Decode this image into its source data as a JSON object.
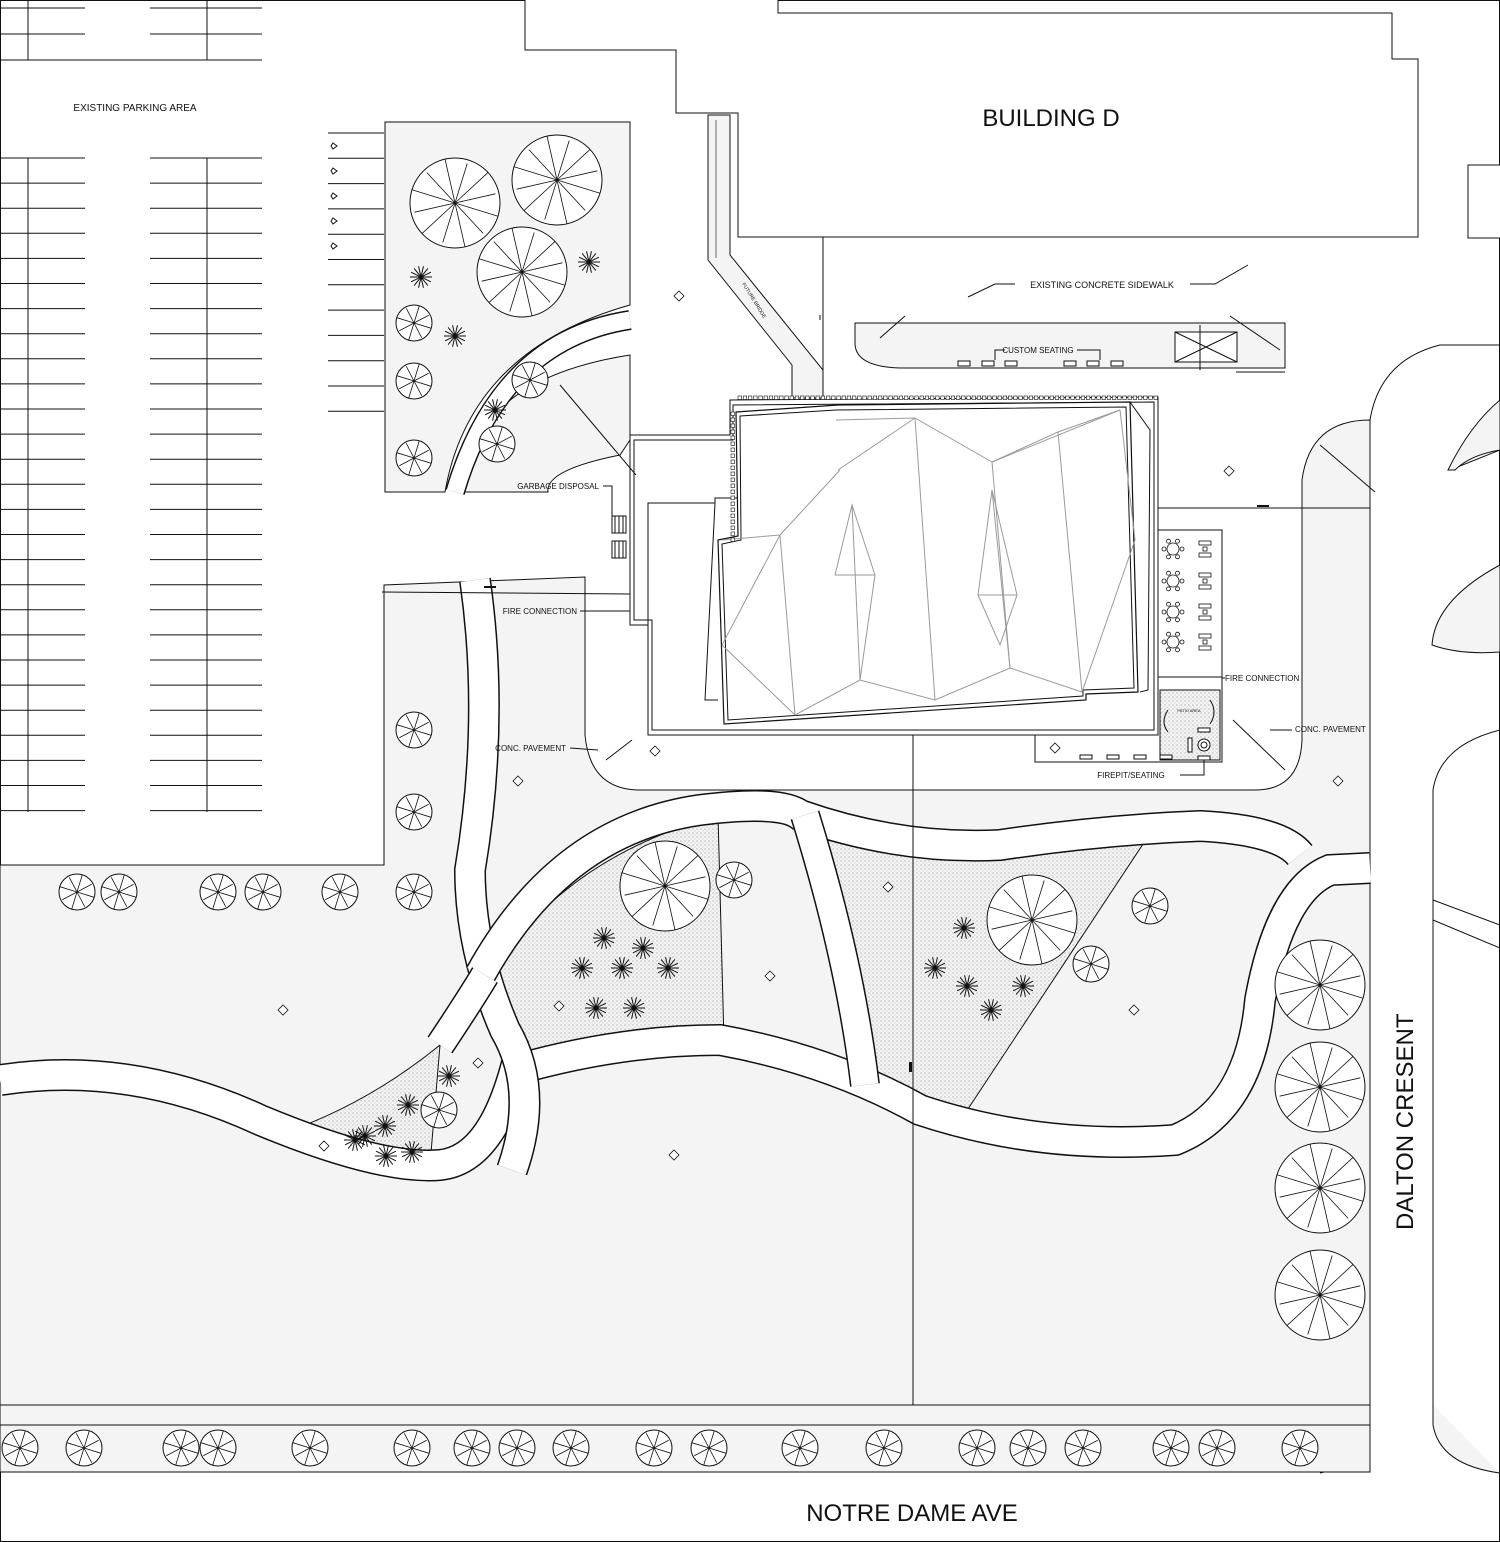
{
  "labels": {
    "building": "BUILDING D",
    "parking": "EXISTING PARKING AREA",
    "sidewalk": "EXISTING CONCRETE SIDEWALK",
    "custom_seating": "CUSTOM SEATING",
    "future_bridge": "FUTURE BRIDGE",
    "garbage": "GARBAGE DISPOSAL",
    "fire_connection_west": "FIRE CONNECTION",
    "fire_connection_east": "FIRE CONNECTION",
    "conc_pavement_west": "CONC. PAVEMENT",
    "conc_pavement_east": "CONC. PAVEMENT",
    "firepit": "FIREPIT/SEATING",
    "patio": "PATIO AREA",
    "street_south": "NOTRE DAME AVE",
    "street_east": "DALTON CRESENT"
  },
  "colors": {
    "line": "#111111",
    "fill_light": "#f4f4f4",
    "fill_planting": "#e6e6e6",
    "roof_line": "#9a9a9a"
  },
  "symbols": {
    "large_tree": "large-canopy-tree-icon",
    "small_tree": "small-tree-icon",
    "shrub": "shrub-star-icon",
    "spot_marker": "diamond-marker-icon"
  }
}
